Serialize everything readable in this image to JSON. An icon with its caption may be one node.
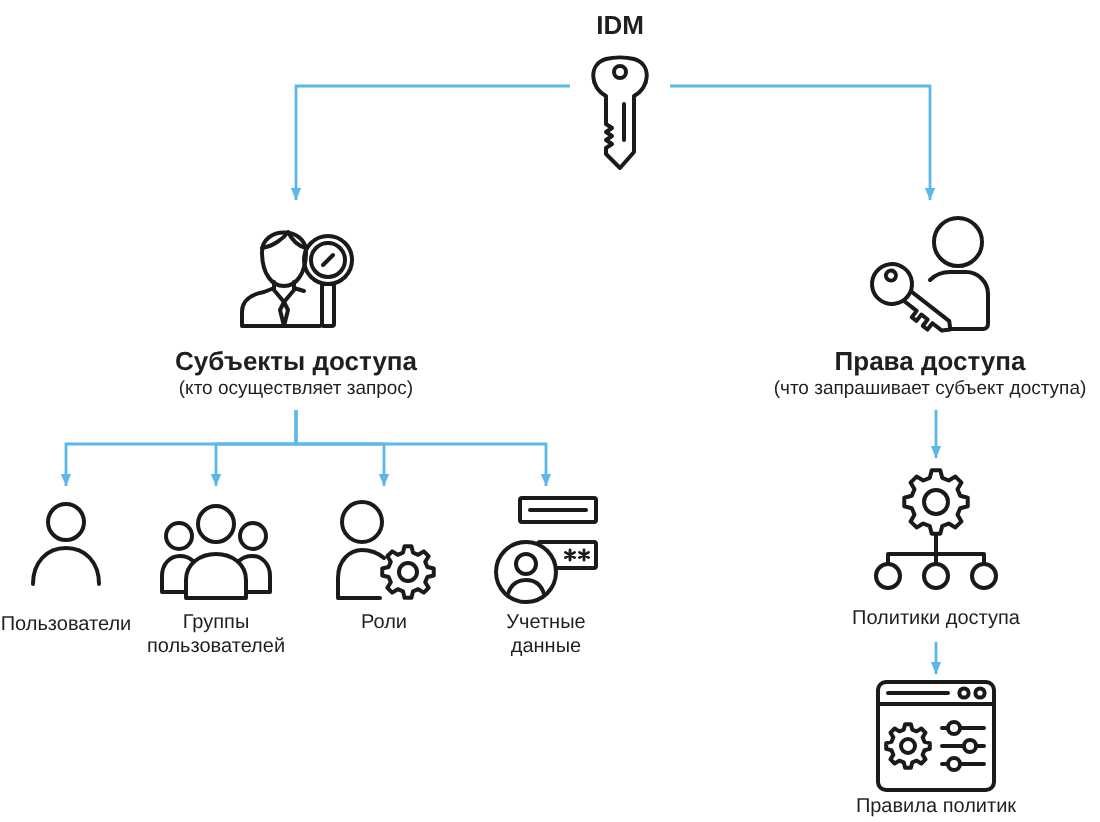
{
  "diagram": {
    "nodes": [
      {
        "text": [
          "IDM"
        ]
      },
      {
        "text": [
          "Субъекты доступа",
          "(кто осуществляет запрос)"
        ]
      },
      {
        "text": [
          "Права доступа",
          "(что запрашивает субъект доступа)"
        ]
      },
      {
        "text": [
          "Пользователи"
        ]
      },
      {
        "text": [
          "Группы пользователей"
        ]
      },
      {
        "text": [
          "Роли"
        ]
      },
      {
        "text": [
          "Учетные данные"
        ]
      },
      {
        "text": [
          "Политики доступа"
        ]
      },
      {
        "text": [
          "Правила политик"
        ]
      }
    ],
    "edges": [
      {
        "from": 0,
        "to": 1,
        "arrow": "to"
      },
      {
        "from": 0,
        "to": 2,
        "arrow": "to"
      },
      {
        "from": 1,
        "to": 3,
        "arrow": "to"
      },
      {
        "from": 1,
        "to": 4,
        "arrow": "to"
      },
      {
        "from": 1,
        "to": 5,
        "arrow": "to"
      },
      {
        "from": 1,
        "to": 6,
        "arrow": "to"
      },
      {
        "from": 2,
        "to": 7,
        "arrow": "to"
      },
      {
        "from": 7,
        "to": 8,
        "arrow": "to"
      }
    ]
  }
}
